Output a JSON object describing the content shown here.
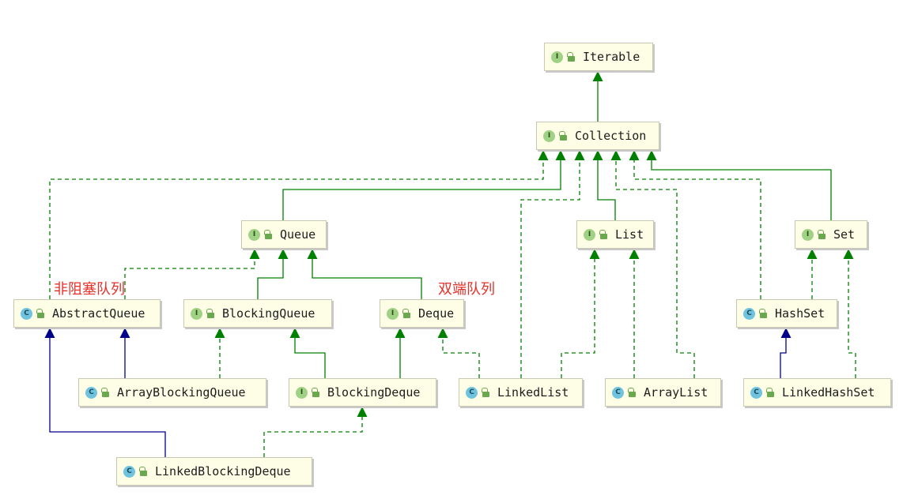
{
  "colors": {
    "interface_edge": "#008000",
    "class_edge": "#00008b",
    "box_fill": "#fefee6"
  },
  "nodes": [
    {
      "id": "iterable",
      "kind": "I",
      "label": "Iterable"
    },
    {
      "id": "collection",
      "kind": "I",
      "label": "Collection"
    },
    {
      "id": "queue",
      "kind": "I",
      "label": "Queue"
    },
    {
      "id": "list",
      "kind": "I",
      "label": "List"
    },
    {
      "id": "set",
      "kind": "I",
      "label": "Set"
    },
    {
      "id": "abstractqueue",
      "kind": "C",
      "label": "AbstractQueue"
    },
    {
      "id": "blockingqueue",
      "kind": "I",
      "label": "BlockingQueue"
    },
    {
      "id": "deque",
      "kind": "I",
      "label": "Deque"
    },
    {
      "id": "hashset",
      "kind": "C",
      "label": "HashSet"
    },
    {
      "id": "arrayblockingqueue",
      "kind": "C",
      "label": "ArrayBlockingQueue"
    },
    {
      "id": "blockingdeque",
      "kind": "I",
      "label": "BlockingDeque"
    },
    {
      "id": "linkedlist",
      "kind": "C",
      "label": "LinkedList"
    },
    {
      "id": "arraylist",
      "kind": "C",
      "label": "ArrayList"
    },
    {
      "id": "linkedhashset",
      "kind": "C",
      "label": "LinkedHashSet"
    },
    {
      "id": "linkedblockingdeque",
      "kind": "C",
      "label": "LinkedBlockingDeque"
    }
  ],
  "notes": [
    {
      "id": "non-blocking",
      "text": "非阻塞队列"
    },
    {
      "id": "double-ended",
      "text": "双端队列"
    }
  ],
  "edges": [
    {
      "from": "collection",
      "to": "iterable",
      "type": "extends"
    },
    {
      "from": "queue",
      "to": "collection",
      "type": "extends"
    },
    {
      "from": "list",
      "to": "collection",
      "type": "extends"
    },
    {
      "from": "set",
      "to": "collection",
      "type": "extends"
    },
    {
      "from": "abstractqueue",
      "to": "collection",
      "type": "implements"
    },
    {
      "from": "linkedlist",
      "to": "collection",
      "type": "implements"
    },
    {
      "from": "arraylist",
      "to": "collection",
      "type": "implements"
    },
    {
      "from": "hashset",
      "to": "collection",
      "type": "implements"
    },
    {
      "from": "abstractqueue",
      "to": "queue",
      "type": "implements"
    },
    {
      "from": "blockingqueue",
      "to": "queue",
      "type": "extends"
    },
    {
      "from": "deque",
      "to": "queue",
      "type": "extends"
    },
    {
      "from": "linkedlist",
      "to": "list",
      "type": "implements"
    },
    {
      "from": "arraylist",
      "to": "list",
      "type": "implements"
    },
    {
      "from": "hashset",
      "to": "set",
      "type": "implements"
    },
    {
      "from": "linkedhashset",
      "to": "set",
      "type": "implements"
    },
    {
      "from": "arrayblockingqueue",
      "to": "abstractqueue",
      "type": "class-extends"
    },
    {
      "from": "linkedblockingdeque",
      "to": "abstractqueue",
      "type": "class-extends"
    },
    {
      "from": "arrayblockingqueue",
      "to": "blockingqueue",
      "type": "implements"
    },
    {
      "from": "blockingdeque",
      "to": "blockingqueue",
      "type": "extends"
    },
    {
      "from": "blockingdeque",
      "to": "deque",
      "type": "extends"
    },
    {
      "from": "linkedlist",
      "to": "deque",
      "type": "implements"
    },
    {
      "from": "linkedhashset",
      "to": "hashset",
      "type": "class-extends"
    },
    {
      "from": "linkedblockingdeque",
      "to": "blockingdeque",
      "type": "implements"
    }
  ]
}
